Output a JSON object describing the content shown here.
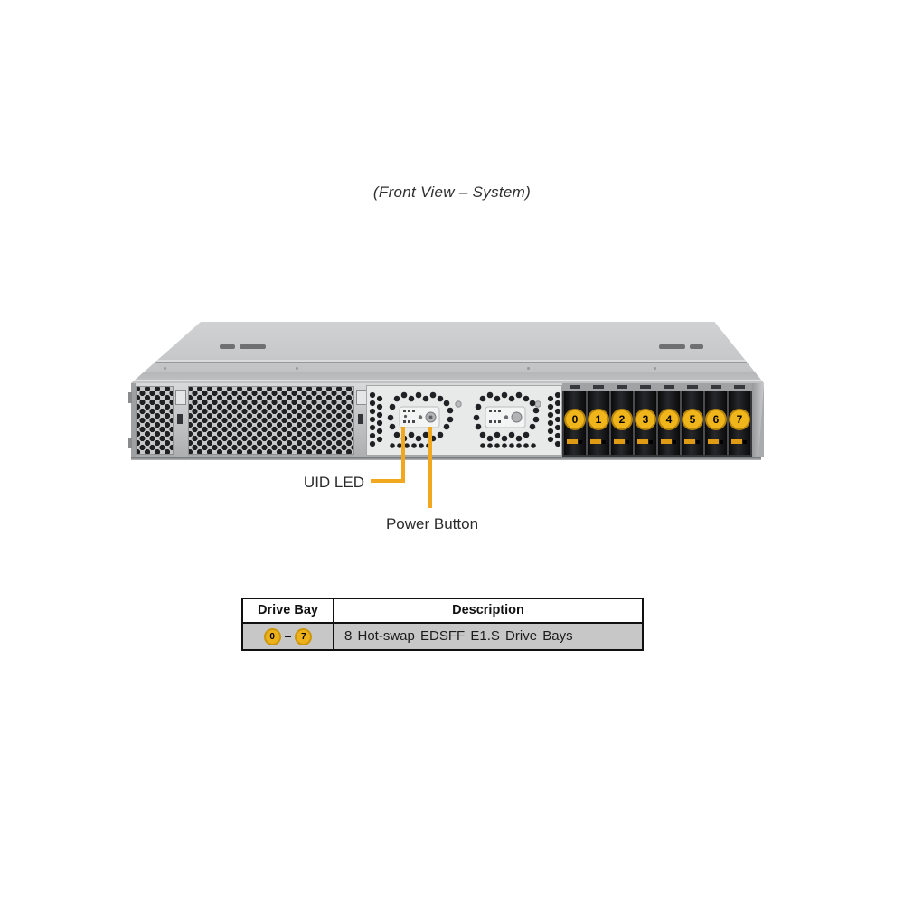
{
  "title": "(Front View – System)",
  "callouts": {
    "uid_led": "UID LED",
    "power_button": "Power Button"
  },
  "chassis": {
    "drive_bays": [
      "0",
      "1",
      "2",
      "3",
      "4",
      "5",
      "6",
      "7"
    ]
  },
  "info_table": {
    "headers": [
      "Drive Bay",
      "Description"
    ],
    "row": {
      "bay_first": "0",
      "bay_dash": "–",
      "bay_last": "7",
      "description": "8 Hot-swap EDSFF E1.S Drive Bays"
    }
  },
  "colors": {
    "callout_accent": "#F2A81E",
    "bay_badge_fill": "#F1B51C",
    "bay_badge_border": "#B5840B"
  }
}
